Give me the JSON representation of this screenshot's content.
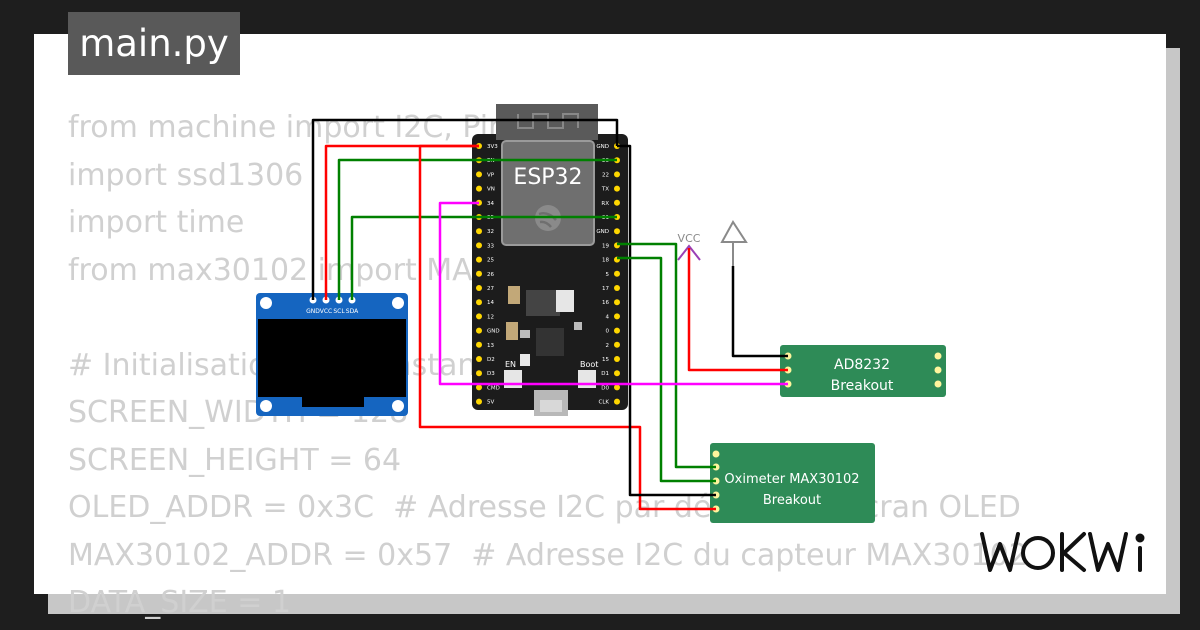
{
  "tab": {
    "filename": "main.py"
  },
  "code_lines": [
    "from machine import I2C, Pin",
    "import ssd1306",
    "import time",
    "from max30102 import MAX30102",
    "",
    "# Initialisation des constantes",
    "SCREEN_WIDTH = 128",
    "SCREEN_HEIGHT = 64",
    "OLED_ADDR = 0x3C  # Adresse I2C par défaut de l'écran OLED",
    "MAX30102_ADDR = 0x57  # Adresse I2C du capteur MAX30102",
    "DATA_SIZE = 1"
  ],
  "circuit": {
    "esp32": {
      "label": "ESP32",
      "left_pins": [
        "3V3",
        "EN",
        "VP",
        "VN",
        "34",
        "35",
        "32",
        "33",
        "25",
        "26",
        "27",
        "14",
        "12",
        "GND",
        "13",
        "D2",
        "D3",
        "CMD",
        "5V"
      ],
      "right_pins": [
        "GND",
        "23",
        "22",
        "TX",
        "RX",
        "21",
        "GND",
        "19",
        "18",
        "5",
        "17",
        "16",
        "4",
        "0",
        "2",
        "15",
        "D1",
        "D0",
        "CLK"
      ],
      "en_label": "EN",
      "boot_label": "Boot"
    },
    "oled": {
      "pins": [
        "GND",
        "VCC",
        "SCL",
        "SDA"
      ]
    },
    "vcc_label": "VCC",
    "ad8232": {
      "line1": "AD8232",
      "line2": "Breakout"
    },
    "max30102": {
      "line1": "Oximeter MAX30102",
      "line2": "Breakout"
    },
    "colors": {
      "gnd_wire": "#000000",
      "vcc_wire": "#ff0000",
      "i2c_wire": "#008000",
      "signal_wire": "#ff00ff",
      "module_green": "#2e8b57",
      "oled_blue": "#1565c0",
      "board_black": "#1c1c1c"
    }
  },
  "brand": {
    "logo_text": "WOKWi"
  }
}
